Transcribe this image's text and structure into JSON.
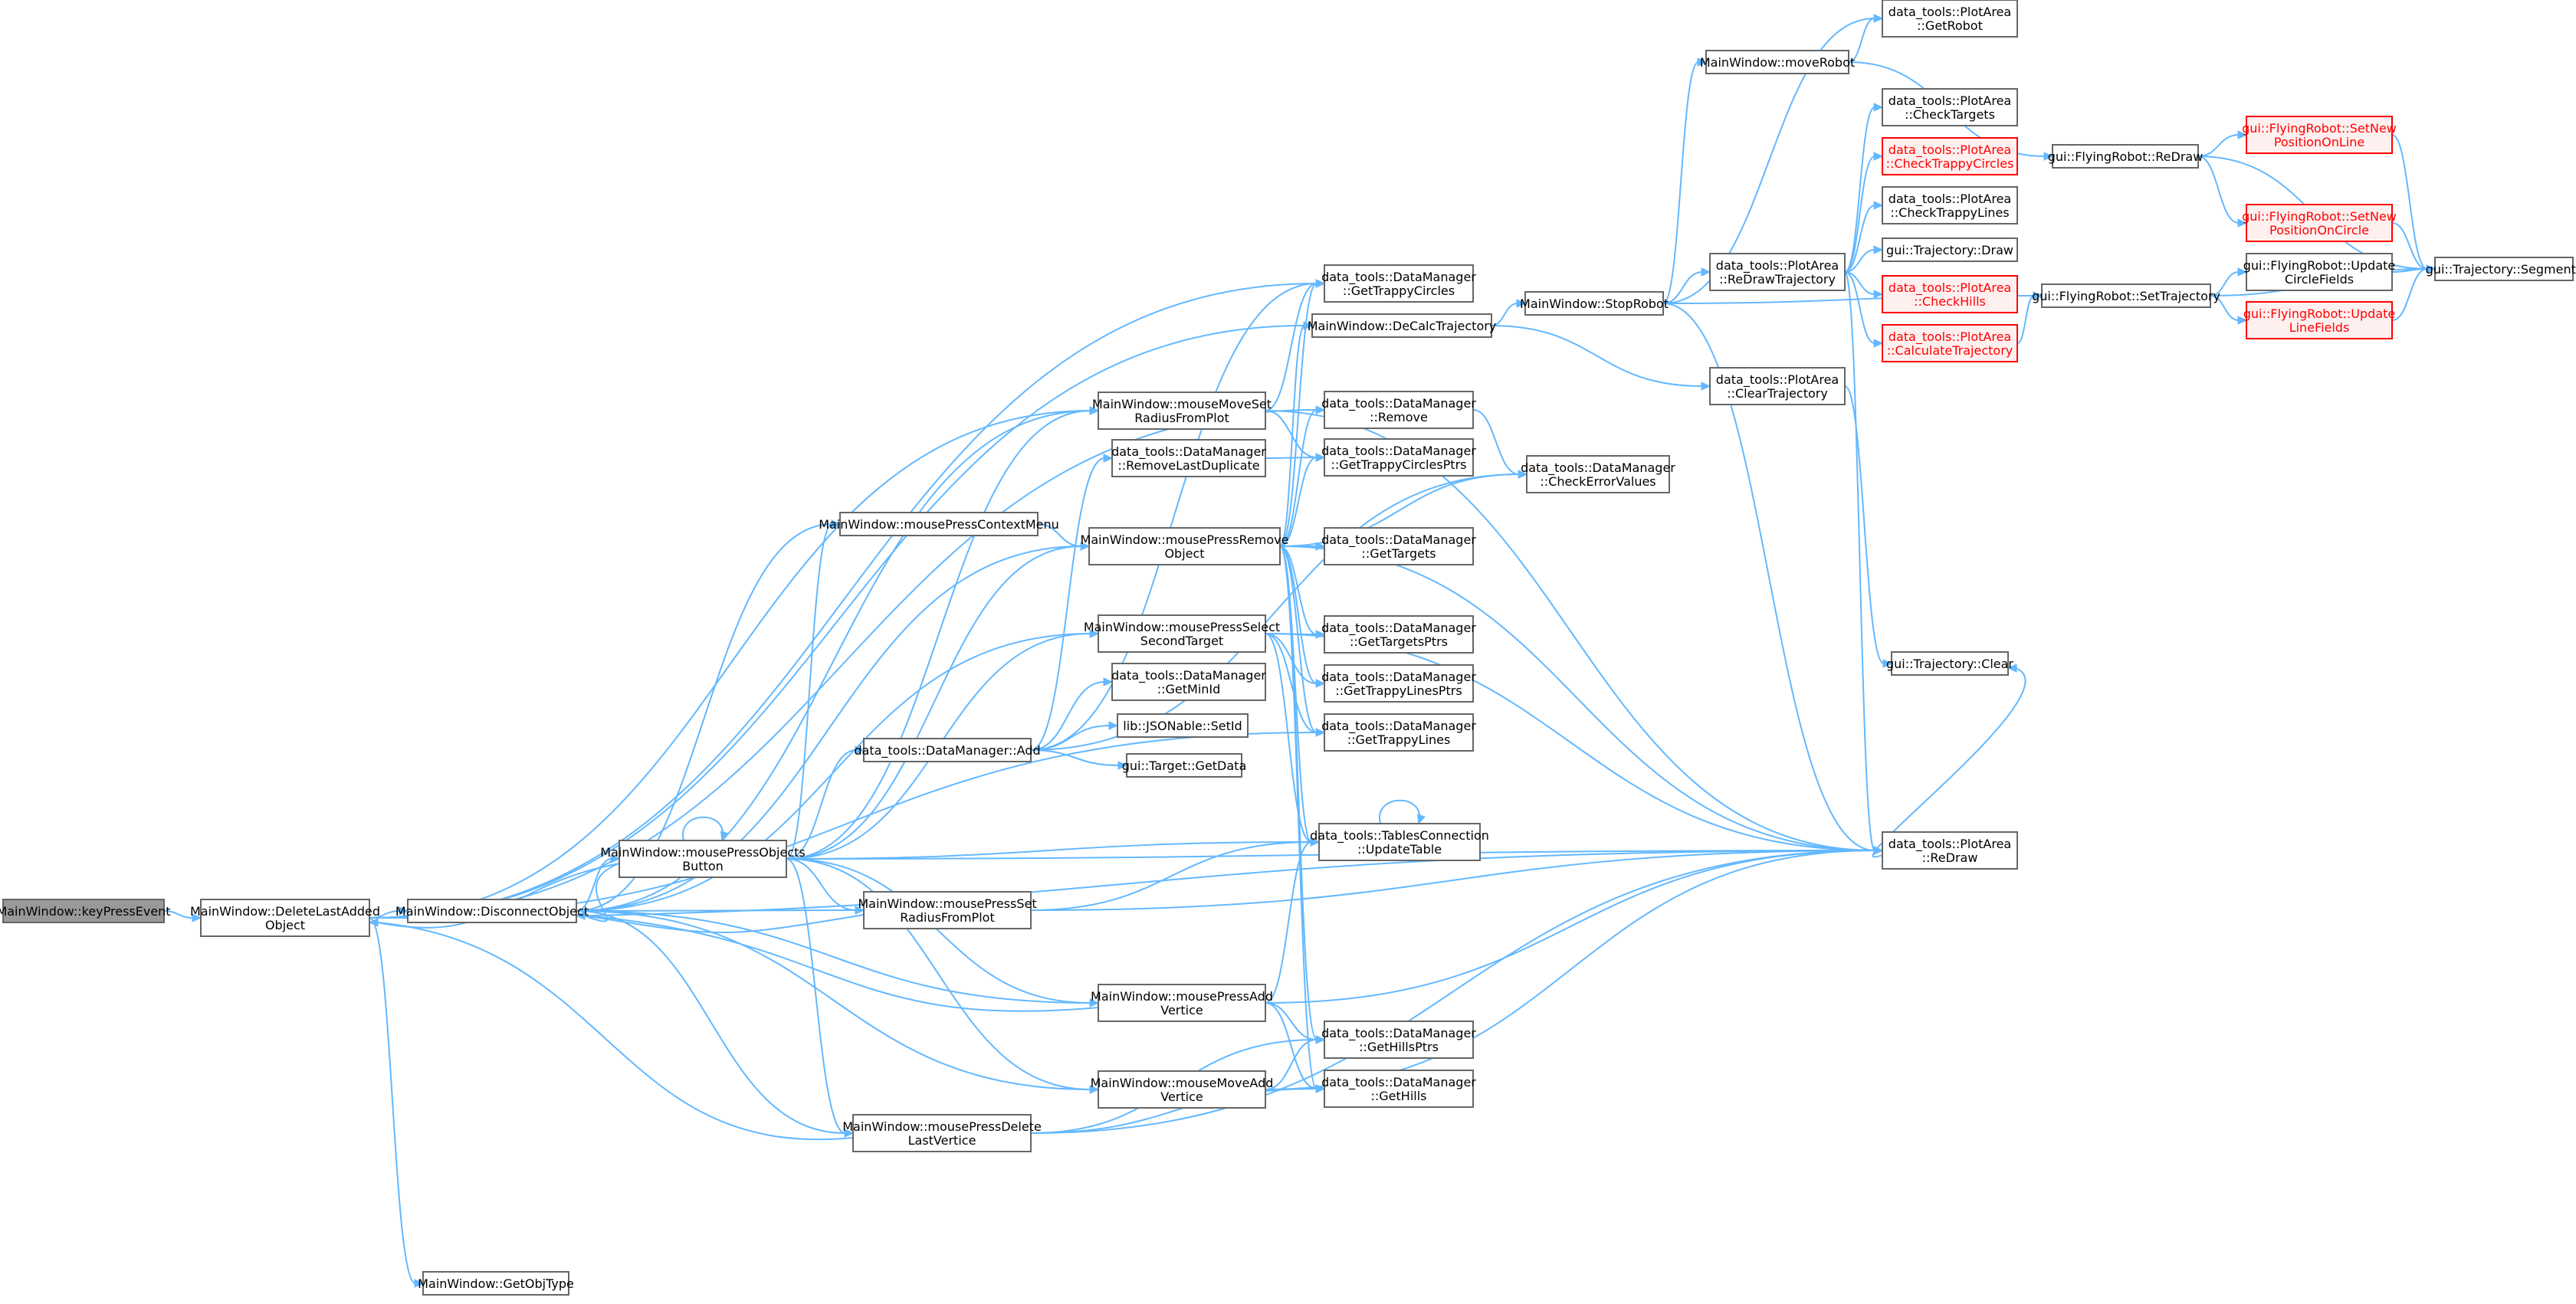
{
  "colors": {
    "edge": "#63b8ff",
    "node_border": "#666666",
    "root_fill": "#999999",
    "truncated_border": "#ff0000",
    "truncated_fill": "#fff0f0"
  },
  "nodes": [
    {
      "id": "n0",
      "lines": [
        "MainWindow::keyPressEvent"
      ],
      "style": "root"
    },
    {
      "id": "n1",
      "lines": [
        "MainWindow::DeleteLastAdded",
        "Object"
      ]
    },
    {
      "id": "n2",
      "lines": [
        "MainWindow::DisconnectObject"
      ]
    },
    {
      "id": "n3",
      "lines": [
        "MainWindow::GetObjType"
      ]
    },
    {
      "id": "n4",
      "lines": [
        "MainWindow::mousePressObjects",
        "Button"
      ]
    },
    {
      "id": "n5",
      "lines": [
        "MainWindow::mousePressContextMenu"
      ]
    },
    {
      "id": "n6",
      "lines": [
        "data_tools::DataManager::Add"
      ]
    },
    {
      "id": "n7",
      "lines": [
        "MainWindow::mousePressSet",
        "RadiusFromPlot"
      ]
    },
    {
      "id": "n8",
      "lines": [
        "MainWindow::mousePressDelete",
        "LastVertice"
      ]
    },
    {
      "id": "n9",
      "lines": [
        "MainWindow::mouseMoveSet",
        "RadiusFromPlot"
      ]
    },
    {
      "id": "n10",
      "lines": [
        "data_tools::DataManager",
        "::RemoveLastDuplicate"
      ]
    },
    {
      "id": "n11",
      "lines": [
        "MainWindow::mousePressRemove",
        "Object"
      ]
    },
    {
      "id": "n12",
      "lines": [
        "MainWindow::mousePressSelect",
        "SecondTarget"
      ]
    },
    {
      "id": "n13",
      "lines": [
        "data_tools::DataManager",
        "::GetMinId"
      ]
    },
    {
      "id": "n14",
      "lines": [
        "lib::JSONable::SetId"
      ]
    },
    {
      "id": "n15",
      "lines": [
        "gui::Target::GetData"
      ]
    },
    {
      "id": "n16",
      "lines": [
        "MainWindow::mousePressAdd",
        "Vertice"
      ]
    },
    {
      "id": "n17",
      "lines": [
        "MainWindow::mouseMoveAdd",
        "Vertice"
      ]
    },
    {
      "id": "n18",
      "lines": [
        "data_tools::DataManager",
        "::GetTrappyCircles"
      ]
    },
    {
      "id": "n19",
      "lines": [
        "MainWindow::DeCalcTrajectory"
      ]
    },
    {
      "id": "n20",
      "lines": [
        "data_tools::DataManager",
        "::Remove"
      ]
    },
    {
      "id": "n21",
      "lines": [
        "data_tools::DataManager",
        "::GetTrappyCirclesPtrs"
      ]
    },
    {
      "id": "n22",
      "lines": [
        "data_tools::DataManager",
        "::GetTargets"
      ]
    },
    {
      "id": "n23",
      "lines": [
        "data_tools::DataManager",
        "::GetTargetsPtrs"
      ]
    },
    {
      "id": "n24",
      "lines": [
        "data_tools::DataManager",
        "::GetTrappyLinesPtrs"
      ]
    },
    {
      "id": "n25",
      "lines": [
        "data_tools::DataManager",
        "::GetTrappyLines"
      ]
    },
    {
      "id": "n26",
      "lines": [
        "data_tools::TablesConnection",
        "::UpdateTable"
      ]
    },
    {
      "id": "n27",
      "lines": [
        "data_tools::DataManager",
        "::GetHillsPtrs"
      ]
    },
    {
      "id": "n28",
      "lines": [
        "data_tools::DataManager",
        "::GetHills"
      ]
    },
    {
      "id": "n29",
      "lines": [
        "data_tools::DataManager",
        "::CheckErrorValues"
      ]
    },
    {
      "id": "n30",
      "lines": [
        "MainWindow::StopRobot"
      ]
    },
    {
      "id": "n31",
      "lines": [
        "MainWindow::moveRobot"
      ]
    },
    {
      "id": "n32",
      "lines": [
        "data_tools::PlotArea",
        "::ClearTrajectory"
      ]
    },
    {
      "id": "n33",
      "lines": [
        "data_tools::PlotArea",
        "::ReDrawTrajectory"
      ]
    },
    {
      "id": "n34",
      "lines": [
        "data_tools::PlotArea",
        "::GetRobot"
      ]
    },
    {
      "id": "n35",
      "lines": [
        "data_tools::PlotArea",
        "::CheckTargets"
      ]
    },
    {
      "id": "n36",
      "lines": [
        "data_tools::PlotArea",
        "::CheckTrappyCircles"
      ],
      "style": "trunc"
    },
    {
      "id": "n37",
      "lines": [
        "data_tools::PlotArea",
        "::CheckTrappyLines"
      ]
    },
    {
      "id": "n38",
      "lines": [
        "gui::Trajectory::Draw"
      ]
    },
    {
      "id": "n39",
      "lines": [
        "data_tools::PlotArea",
        "::CheckHills"
      ],
      "style": "trunc"
    },
    {
      "id": "n40",
      "lines": [
        "data_tools::PlotArea",
        "::CalculateTrajectory"
      ],
      "style": "trunc"
    },
    {
      "id": "n41",
      "lines": [
        "data_tools::PlotArea",
        "::ReDraw"
      ]
    },
    {
      "id": "n42",
      "lines": [
        "gui::Trajectory::Clear"
      ]
    },
    {
      "id": "n43",
      "lines": [
        "gui::FlyingRobot::ReDraw"
      ]
    },
    {
      "id": "n44",
      "lines": [
        "gui::FlyingRobot::SetTrajectory"
      ]
    },
    {
      "id": "n45",
      "lines": [
        "gui::FlyingRobot::SetNew",
        "PositionOnLine"
      ],
      "style": "trunc"
    },
    {
      "id": "n46",
      "lines": [
        "gui::FlyingRobot::SetNew",
        "PositionOnCircle"
      ],
      "style": "trunc"
    },
    {
      "id": "n47",
      "lines": [
        "gui::FlyingRobot::Update",
        "CircleFields"
      ]
    },
    {
      "id": "n48",
      "lines": [
        "gui::FlyingRobot::Update",
        "LineFields"
      ],
      "style": "trunc"
    },
    {
      "id": "n49",
      "lines": [
        "gui::Trajectory::Segments"
      ]
    }
  ],
  "edges": [
    [
      "n0",
      "n1"
    ],
    [
      "n1",
      "n2"
    ],
    [
      "n1",
      "n3"
    ],
    [
      "n1",
      "n18"
    ],
    [
      "n1",
      "n19"
    ],
    [
      "n1",
      "n20"
    ],
    [
      "n1",
      "n25"
    ],
    [
      "n1",
      "n41"
    ],
    [
      "n1",
      "n9"
    ],
    [
      "n2",
      "n4"
    ],
    [
      "n2",
      "n5"
    ],
    [
      "n2",
      "n7"
    ],
    [
      "n2",
      "n8"
    ],
    [
      "n2",
      "n9"
    ],
    [
      "n2",
      "n12"
    ],
    [
      "n2",
      "n16"
    ],
    [
      "n2",
      "n17"
    ],
    [
      "n2",
      "n11"
    ],
    [
      "n4",
      "n4"
    ],
    [
      "n4",
      "n1"
    ],
    [
      "n4",
      "n2"
    ],
    [
      "n4",
      "n5"
    ],
    [
      "n4",
      "n6"
    ],
    [
      "n4",
      "n7"
    ],
    [
      "n4",
      "n8"
    ],
    [
      "n4",
      "n9"
    ],
    [
      "n4",
      "n11"
    ],
    [
      "n4",
      "n12"
    ],
    [
      "n4",
      "n16"
    ],
    [
      "n4",
      "n17"
    ],
    [
      "n4",
      "n26"
    ],
    [
      "n4",
      "n41"
    ],
    [
      "n5",
      "n11"
    ],
    [
      "n6",
      "n10"
    ],
    [
      "n6",
      "n13"
    ],
    [
      "n6",
      "n14"
    ],
    [
      "n6",
      "n15"
    ],
    [
      "n6",
      "n18"
    ],
    [
      "n6",
      "n29"
    ],
    [
      "n7",
      "n2"
    ],
    [
      "n7",
      "n26"
    ],
    [
      "n7",
      "n41"
    ],
    [
      "n8",
      "n1"
    ],
    [
      "n8",
      "n27"
    ],
    [
      "n8",
      "n28"
    ],
    [
      "n8",
      "n41"
    ],
    [
      "n9",
      "n18"
    ],
    [
      "n9",
      "n21"
    ],
    [
      "n9",
      "n41"
    ],
    [
      "n10",
      "n21"
    ],
    [
      "n11",
      "n18"
    ],
    [
      "n11",
      "n19"
    ],
    [
      "n11",
      "n20"
    ],
    [
      "n11",
      "n21"
    ],
    [
      "n11",
      "n22"
    ],
    [
      "n11",
      "n23"
    ],
    [
      "n11",
      "n24"
    ],
    [
      "n11",
      "n25"
    ],
    [
      "n11",
      "n26"
    ],
    [
      "n11",
      "n27"
    ],
    [
      "n11",
      "n28"
    ],
    [
      "n11",
      "n29"
    ],
    [
      "n11",
      "n41"
    ],
    [
      "n12",
      "n23"
    ],
    [
      "n12",
      "n24"
    ],
    [
      "n12",
      "n25"
    ],
    [
      "n12",
      "n26"
    ],
    [
      "n12",
      "n41"
    ],
    [
      "n16",
      "n2"
    ],
    [
      "n16",
      "n26"
    ],
    [
      "n16",
      "n27"
    ],
    [
      "n16",
      "n28"
    ],
    [
      "n16",
      "n41"
    ],
    [
      "n17",
      "n27"
    ],
    [
      "n17",
      "n28"
    ],
    [
      "n17",
      "n41"
    ],
    [
      "n19",
      "n30"
    ],
    [
      "n19",
      "n32"
    ],
    [
      "n20",
      "n29"
    ],
    [
      "n26",
      "n26"
    ],
    [
      "n30",
      "n31"
    ],
    [
      "n30",
      "n33"
    ],
    [
      "n30",
      "n34"
    ],
    [
      "n30",
      "n41"
    ],
    [
      "n30",
      "n44"
    ],
    [
      "n31",
      "n34"
    ],
    [
      "n31",
      "n43"
    ],
    [
      "n32",
      "n42"
    ],
    [
      "n33",
      "n35"
    ],
    [
      "n33",
      "n36"
    ],
    [
      "n33",
      "n37"
    ],
    [
      "n33",
      "n38"
    ],
    [
      "n33",
      "n39"
    ],
    [
      "n33",
      "n40"
    ],
    [
      "n33",
      "n41"
    ],
    [
      "n40",
      "n44"
    ],
    [
      "n41",
      "n42"
    ],
    [
      "n43",
      "n45"
    ],
    [
      "n43",
      "n46"
    ],
    [
      "n43",
      "n49"
    ],
    [
      "n44",
      "n47"
    ],
    [
      "n44",
      "n48"
    ],
    [
      "n44",
      "n49"
    ],
    [
      "n45",
      "n49"
    ],
    [
      "n46",
      "n49"
    ],
    [
      "n47",
      "n49"
    ],
    [
      "n48",
      "n49"
    ]
  ]
}
